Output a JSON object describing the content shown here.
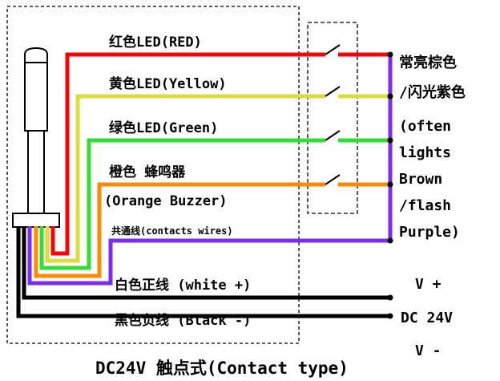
{
  "wire_labels": {
    "red": "红色LED(RED)",
    "yellow": "黄色LED(Yellow)",
    "green": "绿色LED(Green)",
    "orange_cn": "橙色 蜂鸣器",
    "orange_en": "(Orange Buzzer)",
    "common": "共通线(contacts wires)",
    "white": "白色正线 (white +)",
    "black": "黑色负线 (Black -)"
  },
  "right_labels": {
    "line1": "常亮棕色",
    "line2": "/闪光紫色",
    "line3": "(often",
    "line4": "lights",
    "line5": "Brown",
    "line6": "/flash",
    "line7": "Purple)"
  },
  "supply": {
    "plus": "V +",
    "dc": "DC 24V",
    "minus": "V -"
  },
  "title": "DC24V 触点式(Contact type)",
  "colors": {
    "red": "#ff0000",
    "yellow": "#d9de3c",
    "green": "#33dd33",
    "orange": "#ff8a00",
    "purple": "#7a2cf0",
    "black": "#000000",
    "background": "#ffffff"
  }
}
